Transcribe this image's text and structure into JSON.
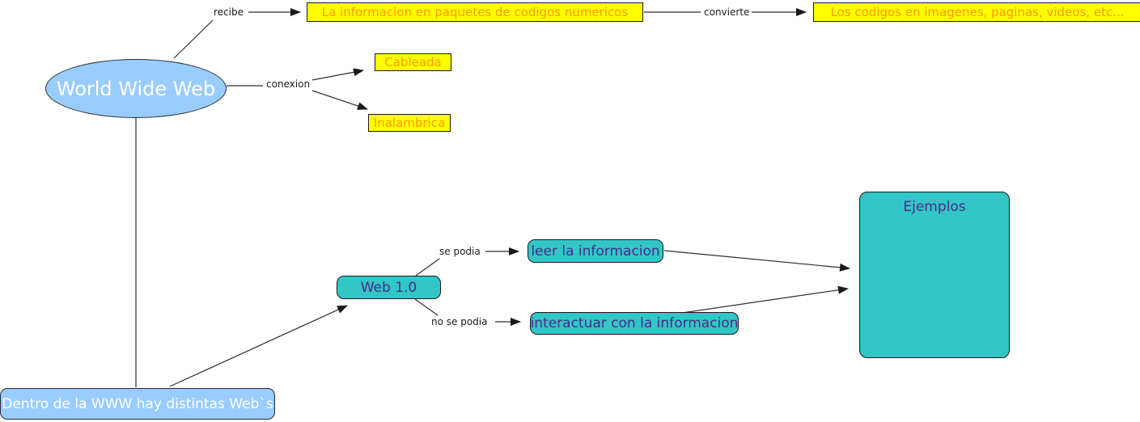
{
  "nodes": {
    "www": "World Wide Web",
    "packets": "La informacion en paquetes de codigos numericos",
    "codes": "Los codigos en imagenes, paginas, videos, etc...",
    "cableada": "Cableada",
    "inalambrica": "Inalambrica",
    "web10": "Web 1.0",
    "leer": "leer la informacion",
    "interactuar": "interactuar con la informacion",
    "ejemplos": "Ejemplos",
    "dentro": "Dentro de la WWW hay distintas Web`s"
  },
  "edge_labels": {
    "recibe": "recibe",
    "convierte": "convierte",
    "conexion": "conexion",
    "se_podia": "se podia",
    "no_se_podia": "no se podia"
  },
  "colors": {
    "node_blue_fill": "#99CCFF",
    "node_yellow_fill": "#FFFF00",
    "node_teal_fill": "#32C6C6",
    "text_orange": "#FF9900",
    "text_purple": "#4B2A8C",
    "text_white": "#FFFFFF",
    "edge_line": "#2f2f2f",
    "background": "#FFFFFF"
  }
}
